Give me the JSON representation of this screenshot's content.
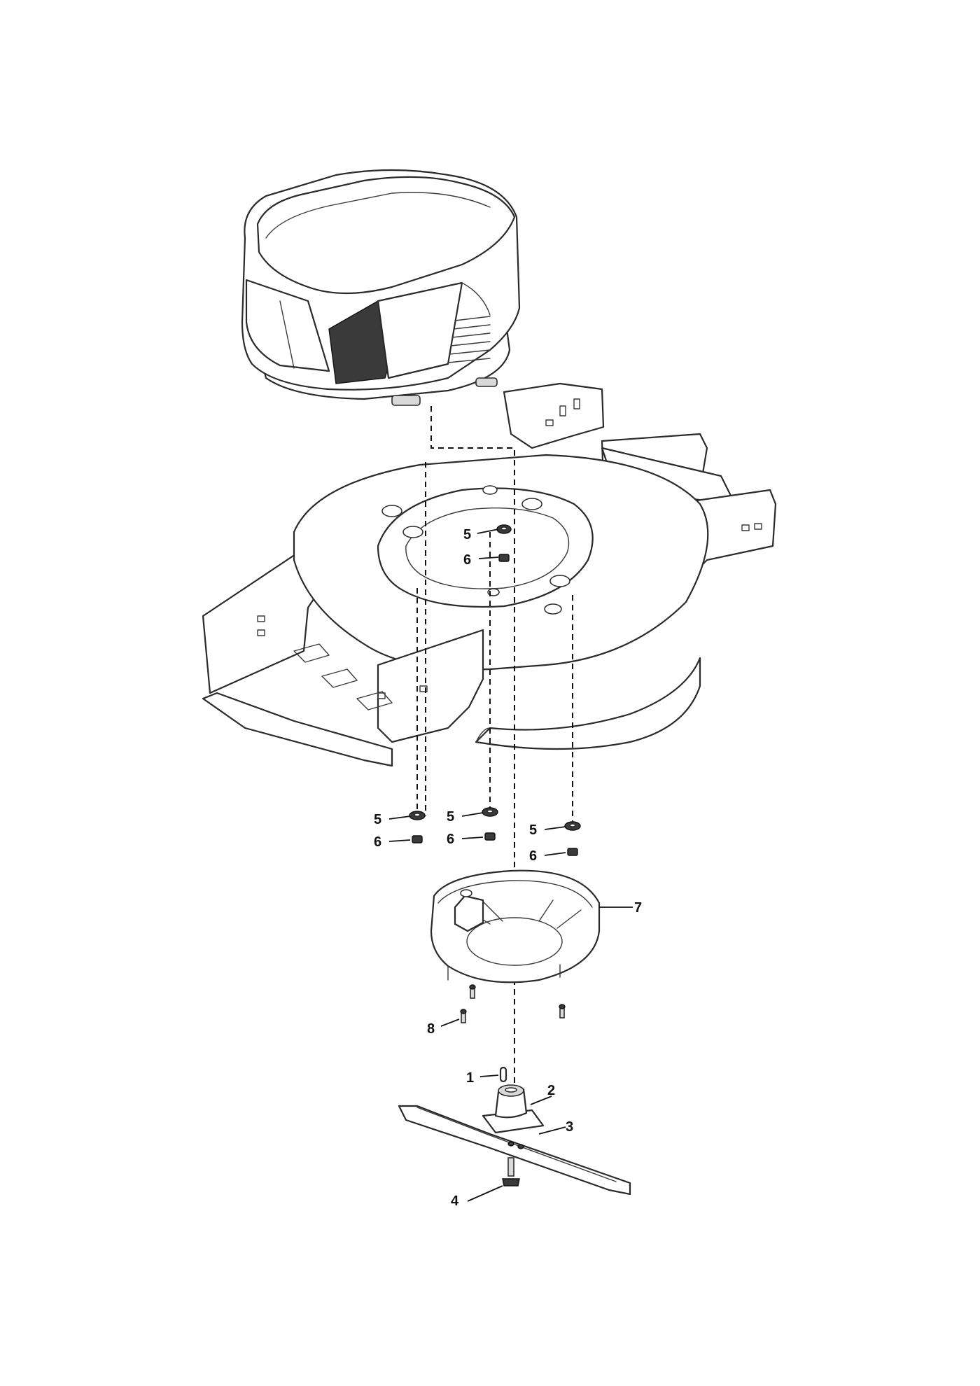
{
  "diagram": {
    "parts": [
      {
        "id": "engine",
        "label": ""
      },
      {
        "id": "deck",
        "label": ""
      },
      {
        "id": "washer",
        "label": "5"
      },
      {
        "id": "nut",
        "label": "6"
      },
      {
        "id": "fan-housing",
        "label": "7"
      },
      {
        "id": "screw",
        "label": "8"
      },
      {
        "id": "key",
        "label": "1"
      },
      {
        "id": "blade-adapter",
        "label": "2"
      },
      {
        "id": "blade",
        "label": "3"
      },
      {
        "id": "bolt",
        "label": "4"
      }
    ],
    "callouts": {
      "washer_top": "5",
      "nut_top": "6",
      "washer_left": "5",
      "nut_left": "6",
      "washer_mid": "5",
      "nut_mid": "6",
      "washer_right": "5",
      "nut_right": "6",
      "fan_housing": "7",
      "screw": "8",
      "key": "1",
      "blade_adapter": "2",
      "blade": "3",
      "bolt": "4"
    }
  }
}
